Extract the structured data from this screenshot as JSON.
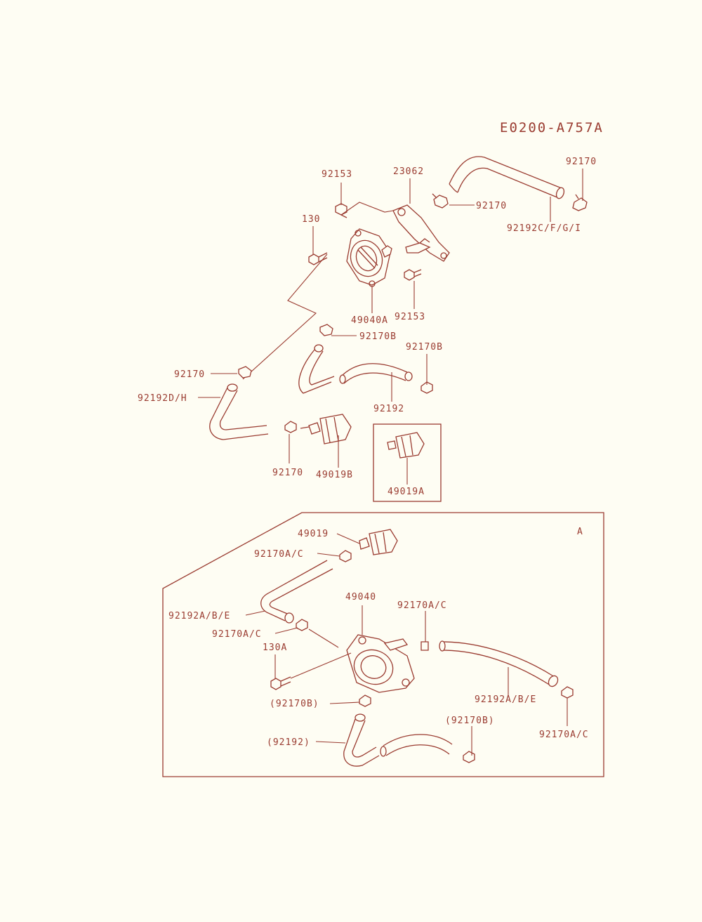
{
  "diagram": {
    "code": "E0200-A757A",
    "section_label": "A",
    "colors": {
      "ink": "#9a3b30",
      "paper": "#fefdf3"
    },
    "labels": [
      "92153",
      "23062",
      "92170",
      "130",
      "92170",
      "92192C/F/G/I",
      "49040A",
      "92153",
      "92170B",
      "92170B",
      "92170",
      "92192D/H",
      "92192",
      "92170",
      "49019B",
      "49019A",
      "49019",
      "92170A/C",
      "92192A/B/E",
      "49040",
      "92170A/C",
      "92170A/C",
      "130A",
      "(92170B)",
      "92192A/B/E",
      "92170A/C",
      "(92192)",
      "(92170B)"
    ]
  }
}
